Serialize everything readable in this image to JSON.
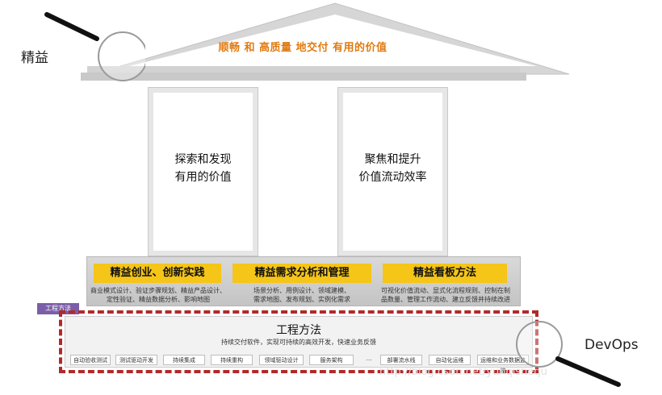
{
  "roof": {
    "title": "顺畅 和 高质量 地交付 有用的价值"
  },
  "labels": {
    "left": "精益",
    "right": "DevOps"
  },
  "pillars": [
    {
      "line1": "探索和发现",
      "line2": "有用的价值"
    },
    {
      "line1": "聚焦和提升",
      "line2": "价值流动效率"
    }
  ],
  "practices": [
    {
      "title": "精益创业、创新实践",
      "desc1": "商业模式设计、验证步骤规划、精益产品设计、",
      "desc2": "定性验证、精益数据分析、影响地图"
    },
    {
      "title": "精益需求分析和管理",
      "desc1": "场景分析、用例设计、领域建模、",
      "desc2": "需求地图、发布规划、实例化需求"
    },
    {
      "title": "精益看板方法",
      "desc1": "可视化价值流动、显式化流程规则、控制在制",
      "desc2": "品数量、管理工作流动、建立反馈并持续改进"
    }
  ],
  "engineering": {
    "tag": "工程方法",
    "title": "工程方法",
    "subtitle": "持续交付软件，实现可持续的高效开发，快速业务反馈",
    "chips": [
      "自动验收测试",
      "测试驱动开发",
      "持续集成",
      "持续重构",
      "领域驱动设计",
      "服务架构",
      "...",
      "部署流水线",
      "自动化运维",
      "运维和业务数据监控"
    ]
  },
  "watermark": "http://blog.csdn.net/yunqishequ"
}
